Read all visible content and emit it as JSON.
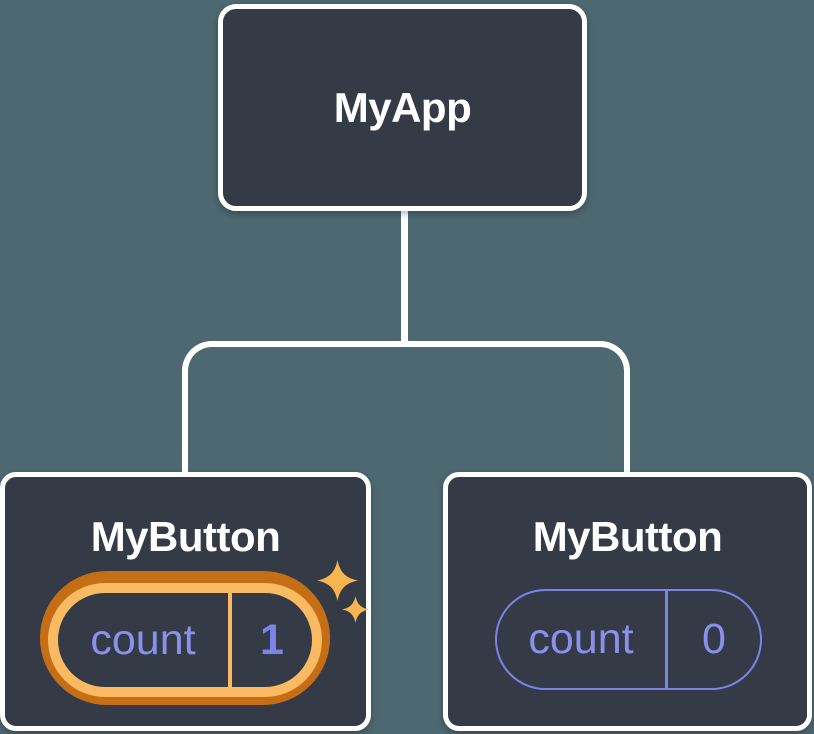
{
  "diagram": {
    "title_hint": "component tree",
    "root": {
      "label": "MyApp"
    },
    "children": [
      {
        "label": "MyButton",
        "state": {
          "name": "count",
          "value": "1"
        },
        "highlighted": true,
        "highlight_icon": "sparkle-icon"
      },
      {
        "label": "MyButton",
        "state": {
          "name": "count",
          "value": "0"
        },
        "highlighted": false
      }
    ]
  },
  "colors": {
    "bg": "#4D6871",
    "card": "#343A46",
    "line": "#FFFFFF",
    "text": "#FFFFFF",
    "purple": "#8B90EC",
    "purple-border": "#7C83E8",
    "purple-bold": "#7C84E8",
    "orange-dark": "#C66E16",
    "orange-gold": "#F9BA61",
    "sparkle": "#F6B551"
  }
}
